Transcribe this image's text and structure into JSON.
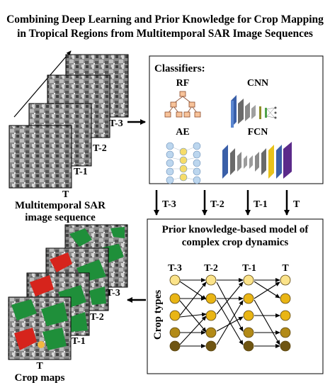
{
  "title": {
    "line1": "Combining Deep Learning and Prior Knowledge for Crop Mapping",
    "line2": "in Tropical Regions from Multitemporal SAR Image Sequences"
  },
  "sar_sequence": {
    "frame_labels": [
      "T-3",
      "T-2",
      "T-1",
      "T"
    ],
    "caption_line1": "Multitemporal SAR",
    "caption_line2": "image sequence"
  },
  "classifiers": {
    "heading": "Classifiers:",
    "models": [
      "RF",
      "CNN",
      "AE",
      "FCN"
    ]
  },
  "time_arrows": [
    "T-3",
    "T-2",
    "T-1",
    "T"
  ],
  "prior_model": {
    "title_line1": "Prior knowledge-based model of",
    "title_line2": "complex crop dynamics",
    "time_labels": [
      "T-3",
      "T-2",
      "T-1",
      "T"
    ],
    "y_label": "Crop types"
  },
  "crop_maps": {
    "frame_labels": [
      "T-3",
      "T-2",
      "T-1",
      "T"
    ],
    "caption": "Crop maps"
  },
  "colors": {
    "node_light": "#fbe38a",
    "node_mid": "#e9b514",
    "node_dark": "#b28a17",
    "node_darkest": "#6f5512",
    "node_stroke": "#5a4410",
    "crop_green": "#1f8f3a",
    "crop_red": "#d6241c",
    "rf_node": "#f7c39a",
    "ae_blue": "#bcd6ee",
    "ae_yellow": "#f6dc6a"
  }
}
